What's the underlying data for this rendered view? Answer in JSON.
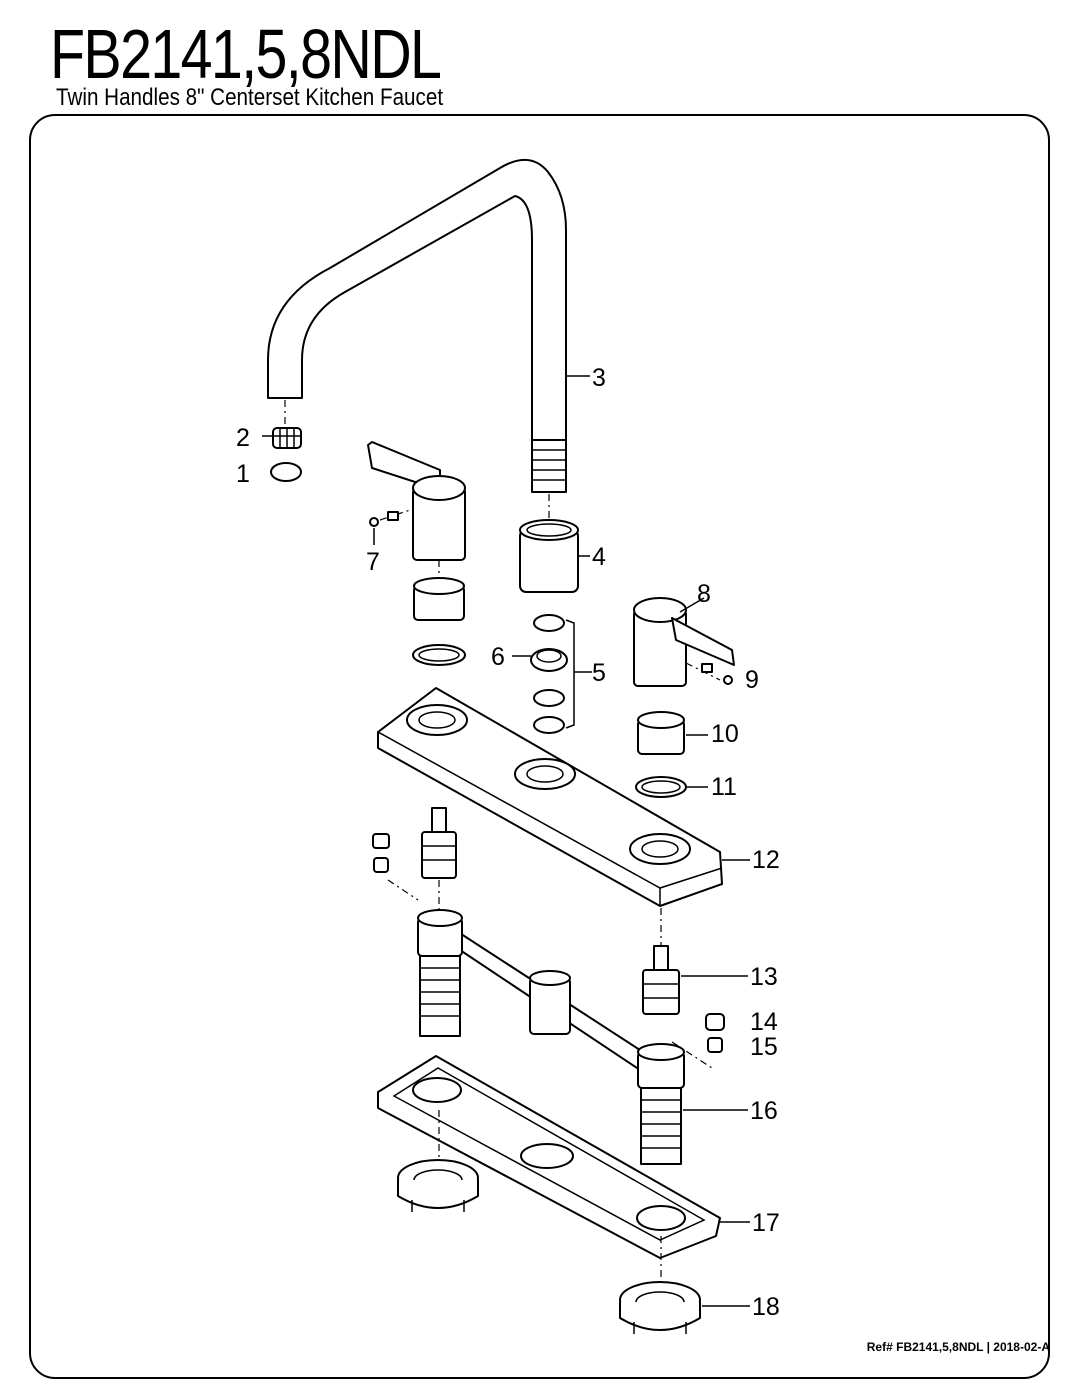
{
  "header": {
    "model": "FB2141,5,8NDL",
    "subtitle": "Twin Handles 8\" Centerset Kitchen Faucet"
  },
  "callouts": {
    "p1": "1",
    "p2": "2",
    "p3": "3",
    "p4": "4",
    "p5": "5",
    "p6": "6",
    "p7": "7",
    "p8": "8",
    "p9": "9",
    "p10": "10",
    "p11": "11",
    "p12": "12",
    "p13": "13",
    "p14": "14",
    "p15": "15",
    "p16": "16",
    "p17": "17",
    "p18": "18"
  },
  "footer": {
    "ref": "Ref# FB2141,5,8NDL | 2018-02-A"
  }
}
